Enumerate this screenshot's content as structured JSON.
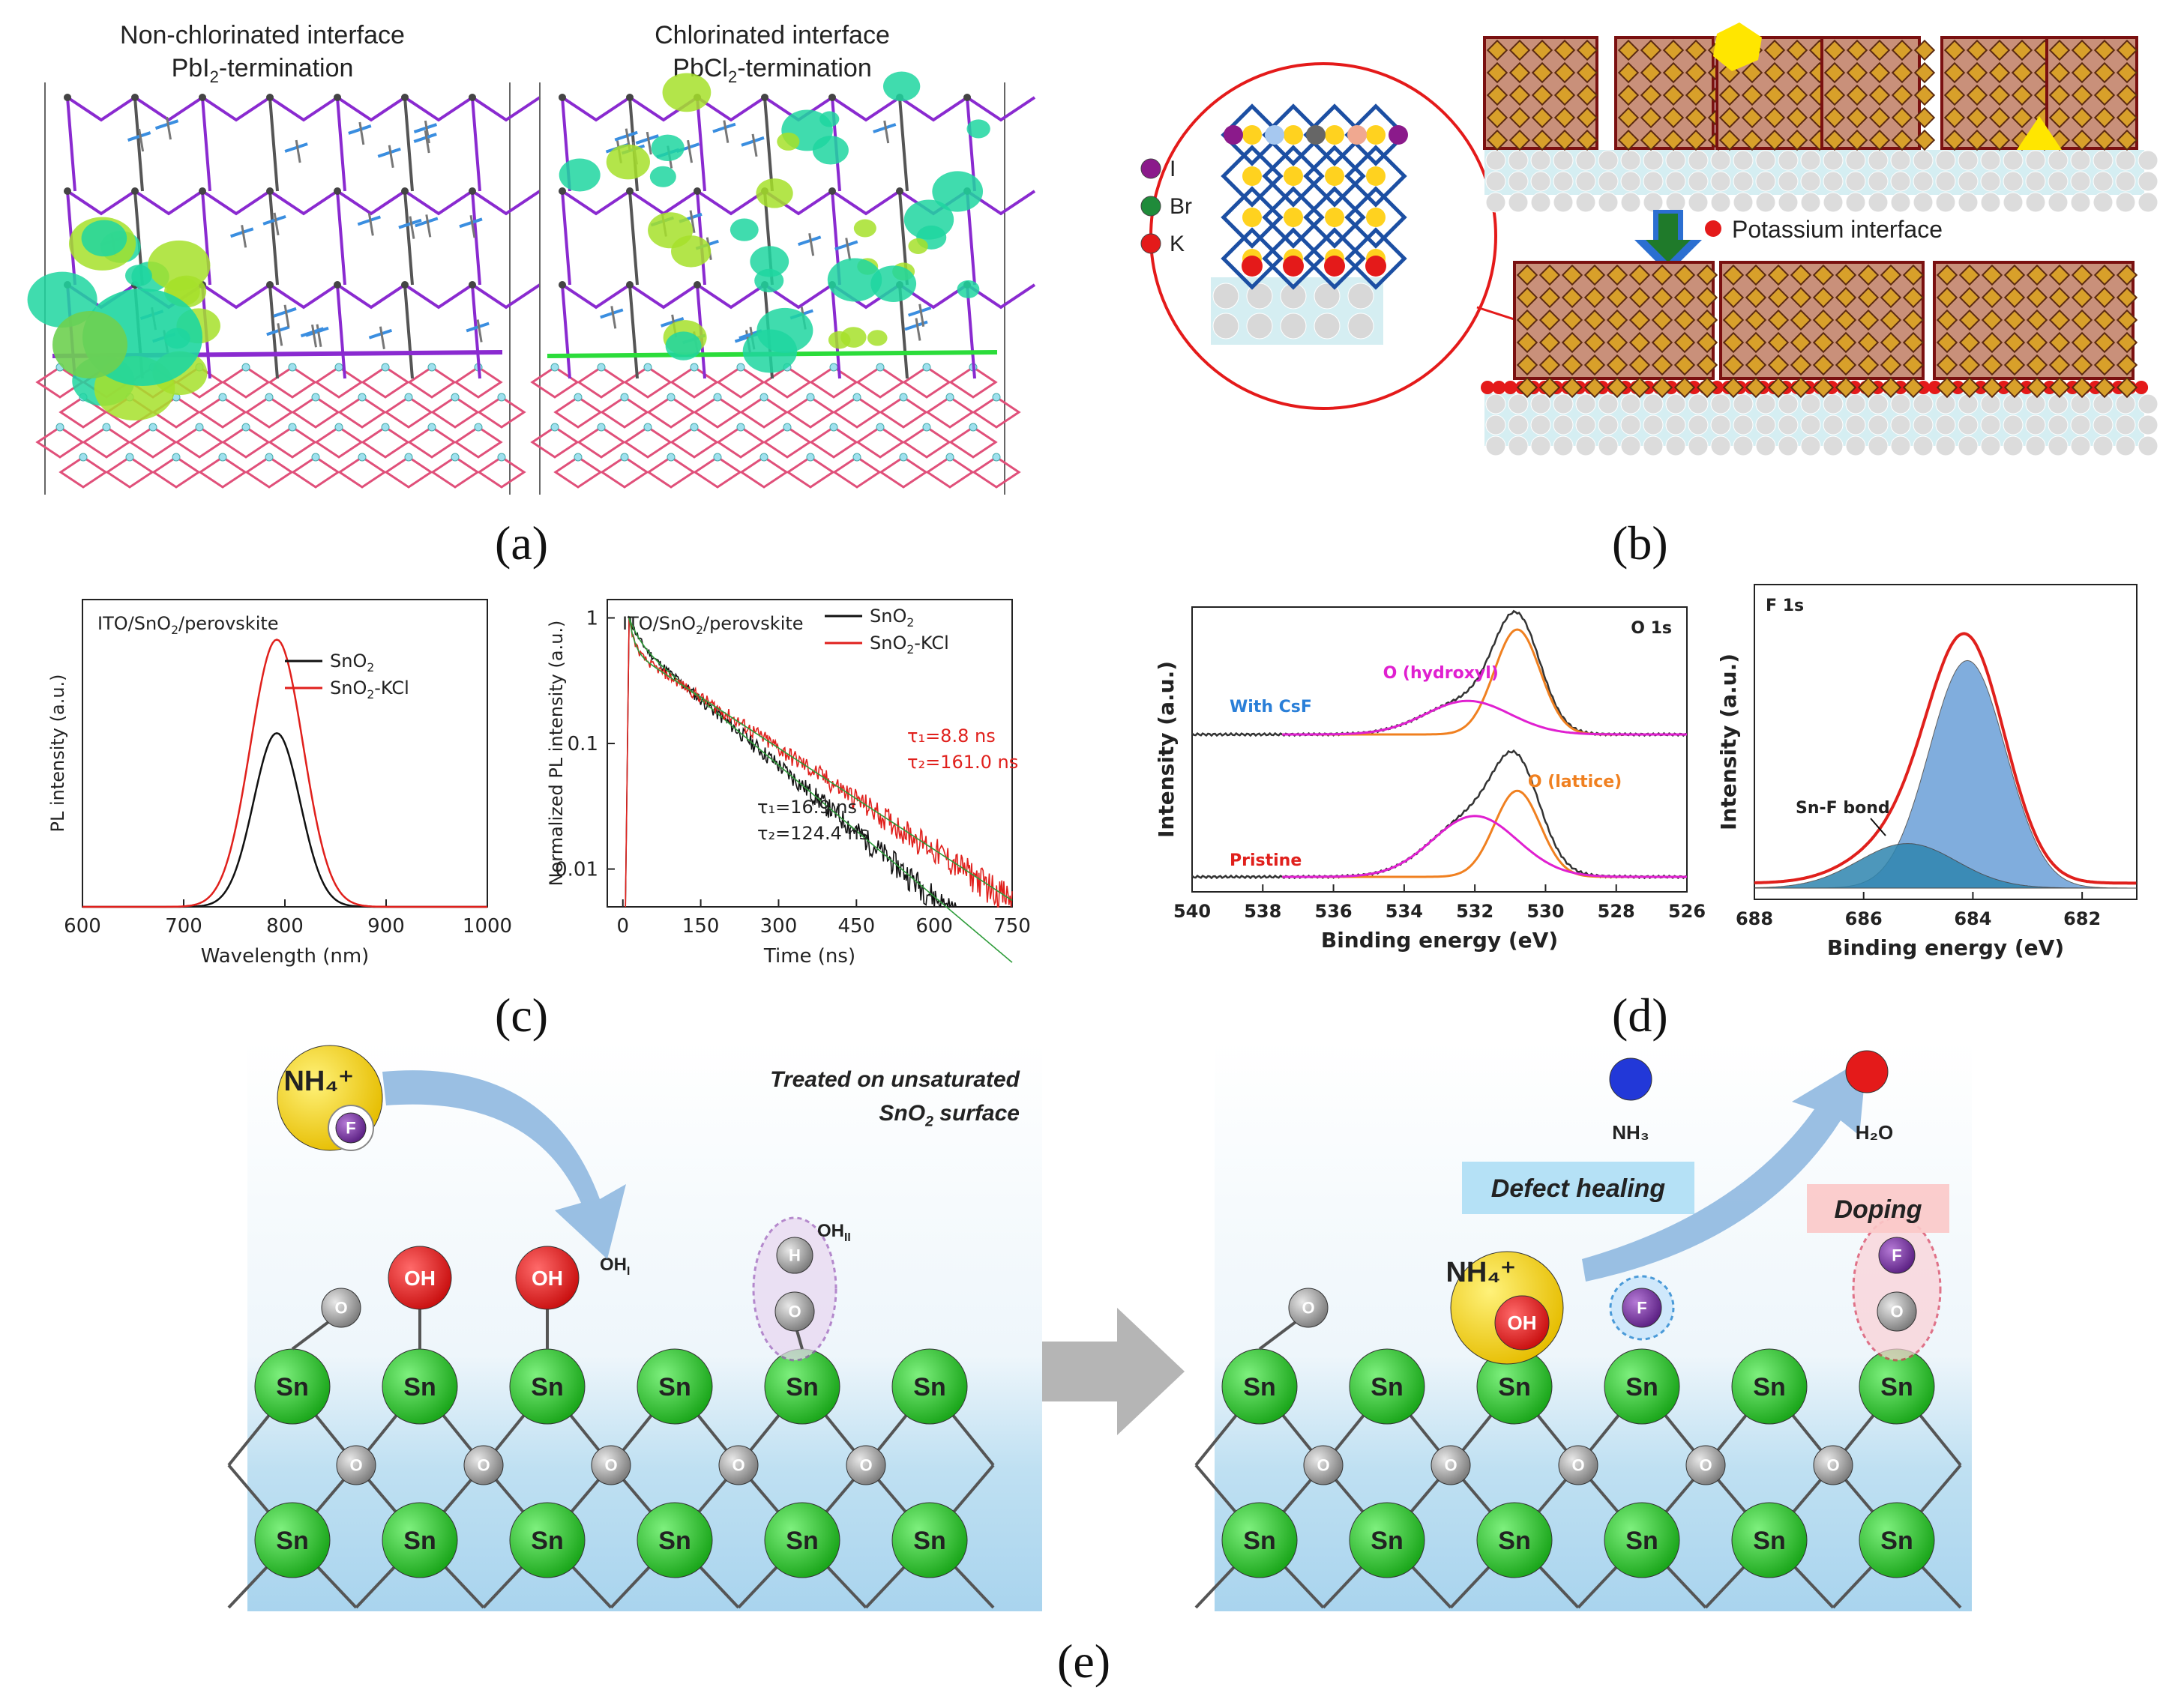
{
  "labels": {
    "a": "(a)",
    "b": "(b)",
    "c": "(c)",
    "d": "(d)",
    "e": "(e)"
  },
  "panel_a": {
    "left_title_1": "Non-chlorinated interface",
    "left_title_2_pre": "PbI",
    "left_title_2_sub": "2",
    "left_title_2_post": "-termination",
    "right_title_1": "Chlorinated interface",
    "right_title_2_pre": "PbCl",
    "right_title_2_sub": "2",
    "right_title_2_post": "-termination"
  },
  "panel_b": {
    "legend": [
      {
        "label": "I",
        "color": "#8b1a8b"
      },
      {
        "label": "Br",
        "color": "#1f8b3a"
      },
      {
        "label": "K",
        "color": "#e41a1a"
      }
    ],
    "interface_label": "Potassium interface",
    "colors": {
      "grain": "#c9907a",
      "grain_border": "#7a1010",
      "substrate": "#d5eef2",
      "k_layer": "#e41a1a",
      "arrow": "#2b6fd1",
      "arrow_tip": "#1f7a2a",
      "defect": "#ffe600"
    }
  },
  "chart_data": [
    {
      "type": "line",
      "panel": "c-left",
      "title_pre": "ITO/SnO",
      "title_sub": "2",
      "title_post": "/perovskite",
      "xlabel": "Wavelength (nm)",
      "ylabel": "PL intensity (a.u.)",
      "xlim": [
        600,
        1000
      ],
      "ylim": [
        0,
        1.15
      ],
      "xticks": [
        "600",
        "700",
        "800",
        "900",
        "1000"
      ],
      "legend": [
        {
          "name_pre": "SnO",
          "name_sub": "2",
          "name_post": "",
          "color": "#111111"
        },
        {
          "name_pre": "SnO",
          "name_sub": "2",
          "name_post": "-KCl",
          "color": "#e0201c"
        }
      ],
      "series": [
        {
          "color": "#111111",
          "center": 792,
          "sigma": 23,
          "peak": 0.65
        },
        {
          "color": "#e0201c",
          "center": 792,
          "sigma": 26,
          "peak": 1.0
        }
      ]
    },
    {
      "type": "line",
      "panel": "c-right",
      "scale": "log",
      "title_pre": "ITO/SnO",
      "title_sub": "2",
      "title_post": "/perovskite",
      "xlabel": "Time (ns)",
      "ylabel": "Normalized PL intensity (a.u.)",
      "xlim": [
        -30,
        750
      ],
      "ylim": [
        0.005,
        1.4
      ],
      "xticks": [
        "0",
        "150",
        "300",
        "450",
        "600",
        "750"
      ],
      "yticks": [
        "1",
        "0.1",
        "0.01"
      ],
      "legend": [
        {
          "name_pre": "SnO",
          "name_sub": "2",
          "name_post": "",
          "color": "#111111"
        },
        {
          "name_pre": "SnO",
          "name_sub": "2",
          "name_post": "-KCl",
          "color": "#e0201c"
        }
      ],
      "annotations": {
        "red_1": "τ₁=8.8 ns",
        "red_2": "τ₂=161.0 ns",
        "black_1": "τ₁=16.9 ns",
        "black_2": "τ₂=124.4 ns"
      },
      "series": [
        {
          "color": "#111111",
          "a1": 0.32,
          "t1": 16.9,
          "a2": 0.68,
          "t2": 124.4
        },
        {
          "color": "#e0201c",
          "a1": 0.45,
          "t1": 8.8,
          "a2": 0.55,
          "t2": 161.0
        }
      ],
      "fit_color": "#2e9c3a"
    },
    {
      "type": "line",
      "panel": "d-left",
      "xlabel": "Binding energy (eV)",
      "ylabel": "Intensity (a.u.)",
      "xlim": [
        540,
        526
      ],
      "xticks": [
        "540",
        "538",
        "536",
        "534",
        "532",
        "530",
        "528",
        "526"
      ],
      "corner_label": "O 1s",
      "labels": {
        "hydroxyl": "O (hydroxyl)",
        "lattice": "O (lattice)",
        "with_csf": "With CsF",
        "pristine": "Pristine"
      },
      "label_colors": {
        "hydroxyl": "#e020d0",
        "lattice": "#f08020",
        "with_csf": "#2a7fd8",
        "pristine": "#e0201c"
      },
      "spectra": [
        {
          "name": "With CsF",
          "lattice": {
            "center": 530.8,
            "sigma": 0.65,
            "amp": 1.0
          },
          "hydroxyl": {
            "center": 532.2,
            "sigma": 1.2,
            "amp": 0.32
          }
        },
        {
          "name": "Pristine",
          "lattice": {
            "center": 530.8,
            "sigma": 0.65,
            "amp": 0.82
          },
          "hydroxyl": {
            "center": 532.0,
            "sigma": 1.2,
            "amp": 0.58
          }
        }
      ]
    },
    {
      "type": "area",
      "panel": "d-right",
      "xlabel": "Binding energy (eV)",
      "ylabel": "Intensity (a.u.)",
      "xlim": [
        688,
        681
      ],
      "xticks": [
        "688",
        "686",
        "684",
        "682"
      ],
      "corner_label": "F 1s",
      "annotation": "Sn-F bond",
      "components": [
        {
          "name": "main",
          "center": 684.1,
          "sigma": 0.7,
          "amp": 0.92,
          "color": "#6b9fd8"
        },
        {
          "name": "Sn-F",
          "center": 685.2,
          "sigma": 0.9,
          "amp": 0.18,
          "color": "#2f86b0"
        }
      ],
      "envelope_color": "#e0201c"
    }
  ],
  "panel_e": {
    "left_text_1": "Treated on unsaturated",
    "left_text_2_pre": "SnO",
    "left_text_2_sub": "2",
    "left_text_2_post": " surface",
    "nh4": "NH₄⁺",
    "f": "F",
    "oh": "OH",
    "oh1_pre": "OH",
    "oh1_sub": "I",
    "oh2_pre": "OH",
    "oh2_sub": "II",
    "h": "H",
    "o": "O",
    "sn": "Sn",
    "defect_healing": "Defect healing",
    "doping": "Doping",
    "nh3": "NH₃",
    "h2o": "H₂O",
    "colors": {
      "sn": "#2ec82e",
      "o": "#9a9a9a",
      "oh": "#e41a1a",
      "nh4": "#f5d40a",
      "f": "#7a3aa0",
      "arrow": "#8fb8e0"
    }
  }
}
